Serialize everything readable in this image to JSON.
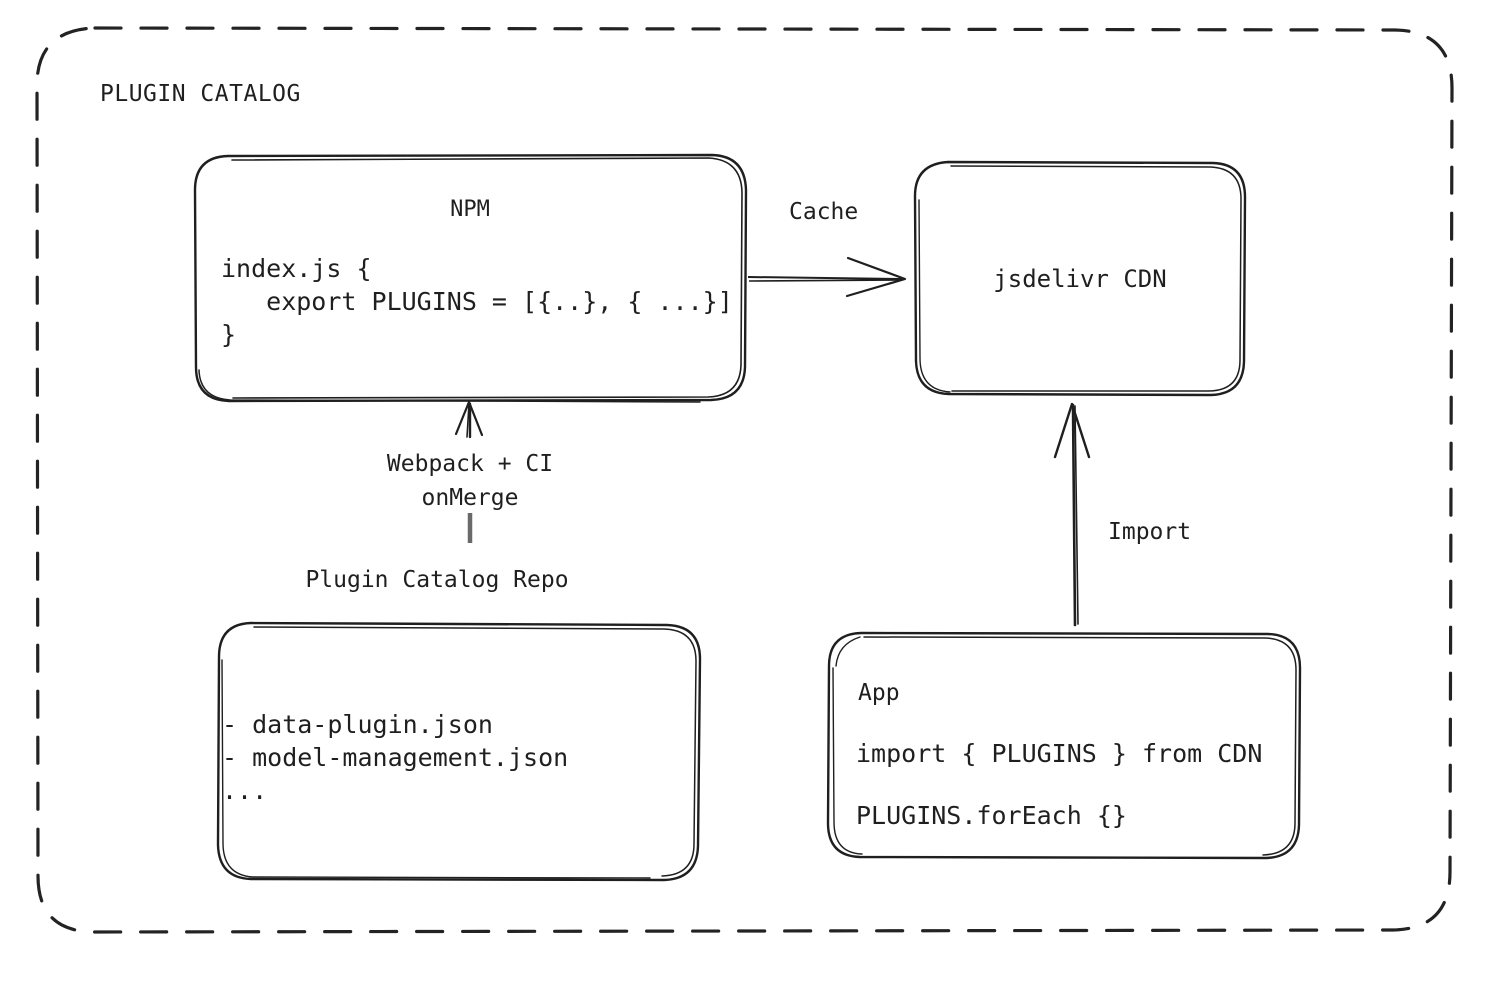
{
  "diagram": {
    "title": "PLUGIN CATALOG",
    "background_color": "#ffffff",
    "stroke_color": "#1f1f1f",
    "style": "hand-drawn-sketch",
    "group": {
      "label": "PLUGIN CATALOG",
      "border_style": "dashed",
      "border_color": "#222222"
    },
    "nodes": {
      "npm": {
        "title": "NPM",
        "code_lines": [
          "index.js {",
          "   export PLUGINS = [{..}, { ...}]",
          "}"
        ]
      },
      "cdn": {
        "title": "jsdelivr CDN"
      },
      "repo": {
        "label": "Plugin Catalog Repo",
        "lines": [
          "- data-plugin.json",
          "- model-management.json",
          "..."
        ]
      },
      "app": {
        "title": "App",
        "line1": "import { PLUGINS } from CDN",
        "line2": "PLUGINS.forEach {}"
      }
    },
    "edges": {
      "cache": {
        "label": "Cache",
        "from": "npm",
        "to": "cdn",
        "direction": "right"
      },
      "build": {
        "label_line1": "Webpack + CI",
        "label_line2": "onMerge",
        "from": "repo",
        "to": "npm",
        "direction": "up"
      },
      "import": {
        "label": "Import",
        "from": "app",
        "to": "cdn",
        "direction": "up"
      }
    }
  }
}
